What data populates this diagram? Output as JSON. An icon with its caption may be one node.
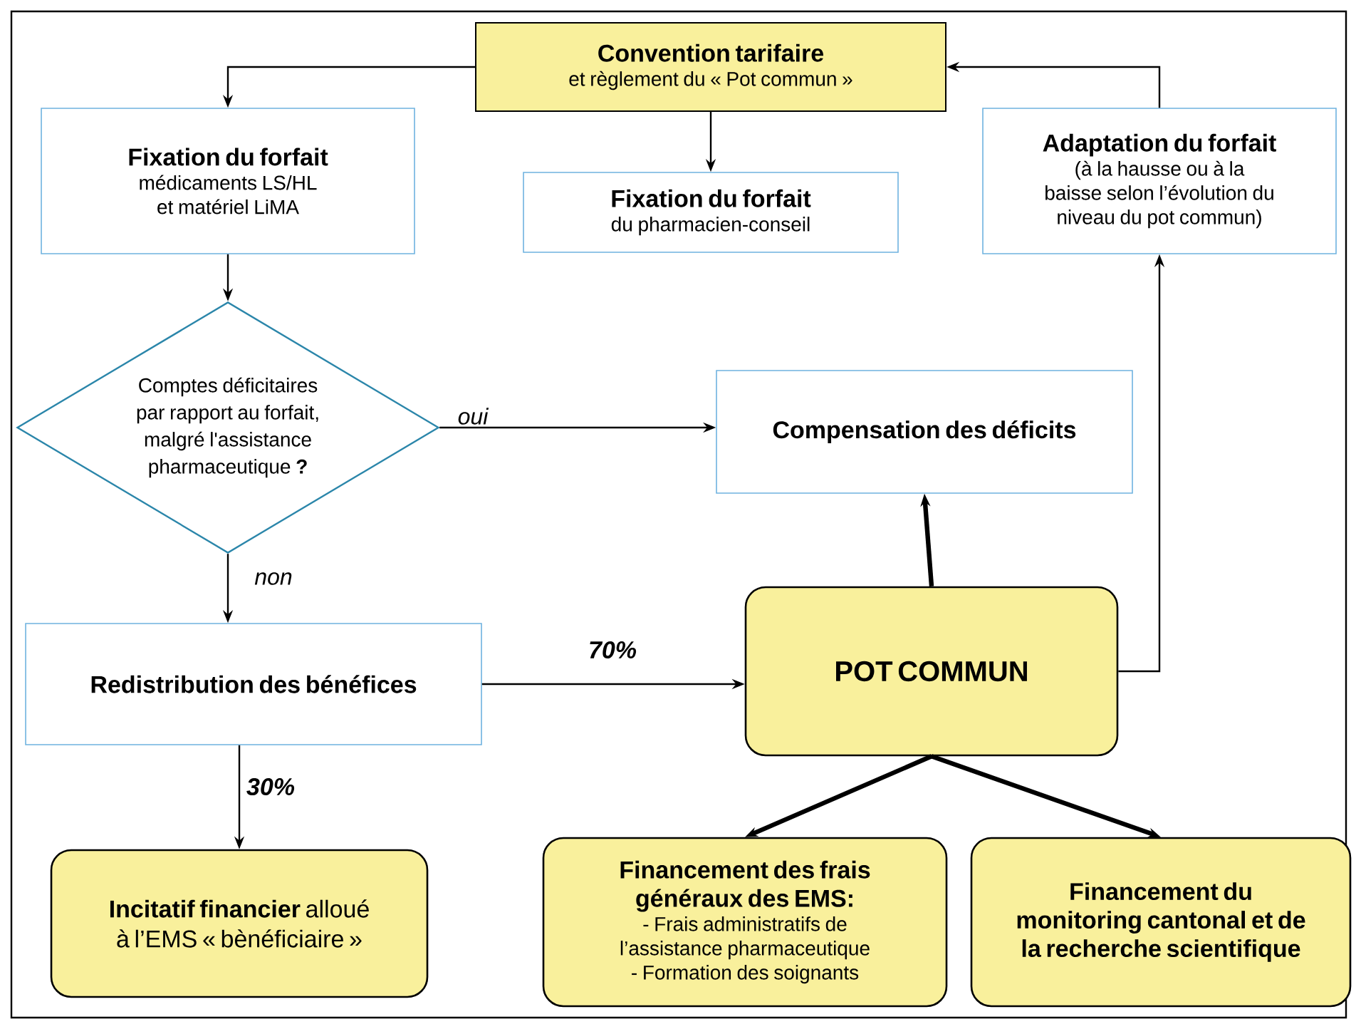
{
  "diagram": {
    "nodes": [
      {
        "text": [
          "Convention tarifaire",
          "et règlement du « Pot commun »"
        ]
      },
      {
        "text": [
          "Fixation du forfait",
          "médicaments LS/HL et matériel LiMA"
        ]
      },
      {
        "text": [
          "Fixation du forfait",
          "du pharmacien-conseil"
        ]
      },
      {
        "text": [
          "Adaptation du forfait",
          "(à la hausse ou à la baisse selon l’évolution du niveau du pot commun)"
        ]
      },
      {
        "text": [
          "Comptes déficitaires par rapport au forfait, malgré l'assistance pharmaceutique **?**"
        ]
      },
      {
        "text": [
          "Compensation des déficits"
        ]
      },
      {
        "text": [
          "Redistribution des bénéfices"
        ]
      },
      {
        "text": [
          "POT COMMUN"
        ]
      },
      {
        "text": [
          "**Incitatif financier** alloué à l’EMS « bènéficiaire »"
        ]
      },
      {
        "text": [
          "Financement des frais généraux des EMS:",
          "- Frais administratifs de l’assistance pharmaceutique",
          "- Formation des soignants"
        ]
      },
      {
        "text": [
          "Financement du monitoring cantonal et de la recherche scientifique"
        ]
      }
    ],
    "edges": [
      {
        "from": 0,
        "to": 1,
        "arrow": "to"
      },
      {
        "from": 0,
        "to": 2,
        "arrow": "to"
      },
      {
        "from": 3,
        "to": 0,
        "arrow": "to"
      },
      {
        "from": 1,
        "to": 4,
        "arrow": "to"
      },
      {
        "from": 4,
        "to": 5,
        "arrow": "to",
        "label": "oui"
      },
      {
        "from": 4,
        "to": 6,
        "arrow": "to",
        "label": "non"
      },
      {
        "from": 6,
        "to": 7,
        "arrow": "to",
        "label": "70%"
      },
      {
        "from": 6,
        "to": 8,
        "arrow": "to",
        "label": "30%"
      },
      {
        "from": 7,
        "to": 5,
        "arrow": "to",
        "style": "thick"
      },
      {
        "from": 7,
        "to": 3,
        "arrow": "to"
      },
      {
        "from": 7,
        "to": 9,
        "arrow": "to",
        "style": "thick"
      },
      {
        "from": 7,
        "to": 10,
        "arrow": "to",
        "style": "thick"
      }
    ]
  }
}
